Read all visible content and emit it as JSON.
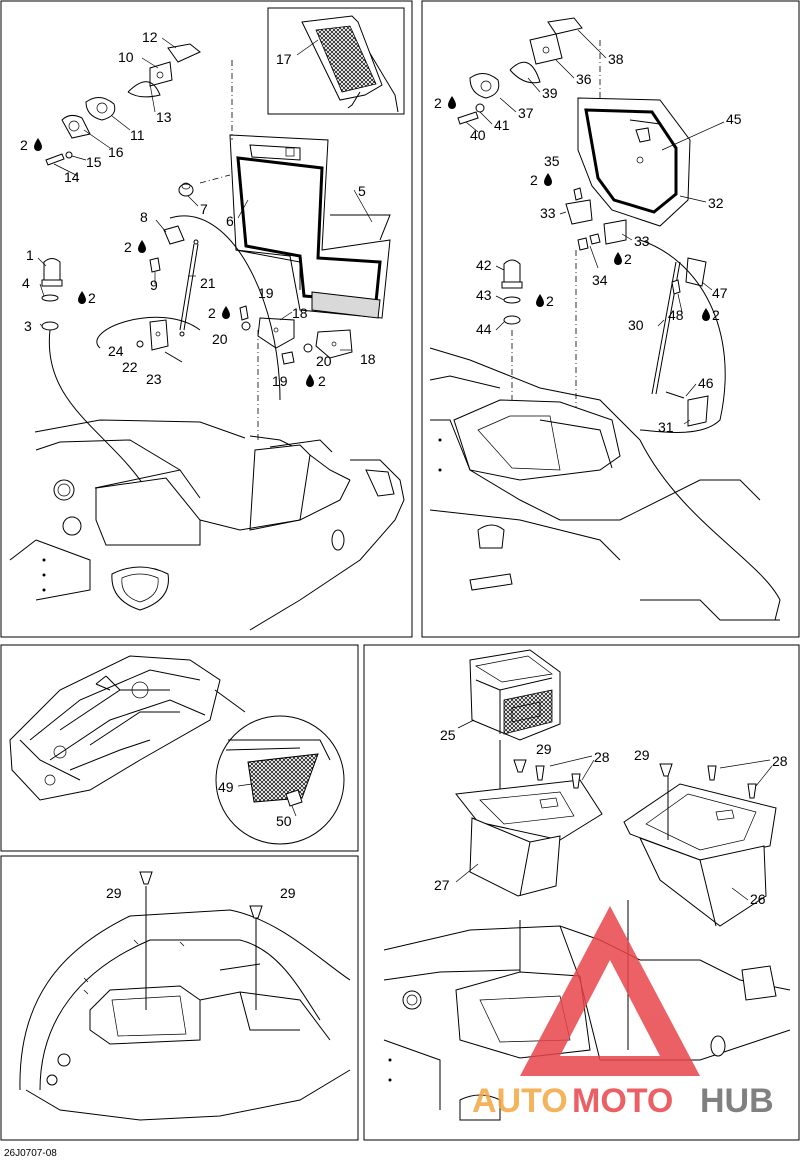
{
  "diagram_code": "26J0707-08",
  "brand_watermark": {
    "part_a": "AUTO",
    "part_b": "MOTO",
    "part_c": "HUB",
    "color_orange": "#f4a640",
    "color_red": "#e8454a",
    "color_grey": "#6b6b6b"
  },
  "callouts": {
    "c1": "1",
    "c2": "2",
    "c3": "3",
    "c4": "4",
    "c5": "5",
    "c6": "6",
    "c7": "7",
    "c8": "8",
    "c9": "9",
    "c10": "10",
    "c11": "11",
    "c12": "12",
    "c13": "13",
    "c14": "14",
    "c15": "15",
    "c16": "16",
    "c17": "17",
    "c18": "18",
    "c19": "19",
    "c20": "20",
    "c21": "21",
    "c22": "22",
    "c23": "23",
    "c24": "24",
    "c25": "25",
    "c26": "26",
    "c27": "27",
    "c28": "28",
    "c29": "29",
    "c30": "30",
    "c31": "31",
    "c32": "32",
    "c33": "33",
    "c34": "34",
    "c35": "35",
    "c36": "36",
    "c37": "37",
    "c38": "38",
    "c39": "39",
    "c40": "40",
    "c41": "41",
    "c42": "42",
    "c43": "43",
    "c44": "44",
    "c45": "45",
    "c46": "46",
    "c47": "47",
    "c48": "48",
    "c49": "49",
    "c50": "50"
  }
}
